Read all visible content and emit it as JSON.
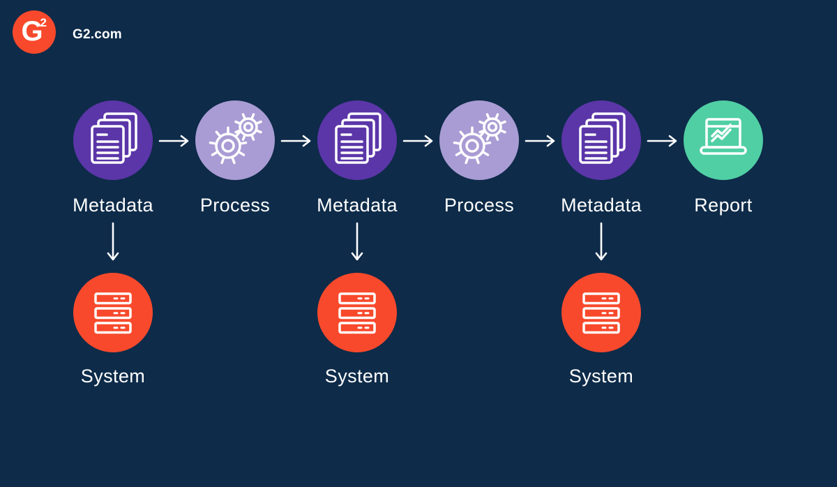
{
  "header": {
    "logo": {
      "letter": "G",
      "superscript": "2"
    },
    "site_label": "G2.com"
  },
  "colors": {
    "background": "#0E2B49",
    "metadata_node": "#5B36A8",
    "process_node": "#A99CD4",
    "report_node": "#50CFA4",
    "system_node": "#F8492C",
    "icon_stroke": "#FFFFFF",
    "text": "#FFFFFF"
  },
  "flow": {
    "top_row": [
      {
        "label": "Metadata",
        "icon": "documents-icon",
        "type": "metadata"
      },
      {
        "label": "Process",
        "icon": "gears-icon",
        "type": "process"
      },
      {
        "label": "Metadata",
        "icon": "documents-icon",
        "type": "metadata"
      },
      {
        "label": "Process",
        "icon": "gears-icon",
        "type": "process"
      },
      {
        "label": "Metadata",
        "icon": "documents-icon",
        "type": "metadata"
      },
      {
        "label": "Report",
        "icon": "laptop-chart-icon",
        "type": "report"
      }
    ],
    "bottom_row": [
      {
        "label": "System",
        "icon": "server-stack-icon",
        "type": "system",
        "linked_to": "Metadata"
      },
      {
        "label": "System",
        "icon": "server-stack-icon",
        "type": "system",
        "linked_to": "Metadata"
      },
      {
        "label": "System",
        "icon": "server-stack-icon",
        "type": "system",
        "linked_to": "Metadata"
      }
    ]
  }
}
